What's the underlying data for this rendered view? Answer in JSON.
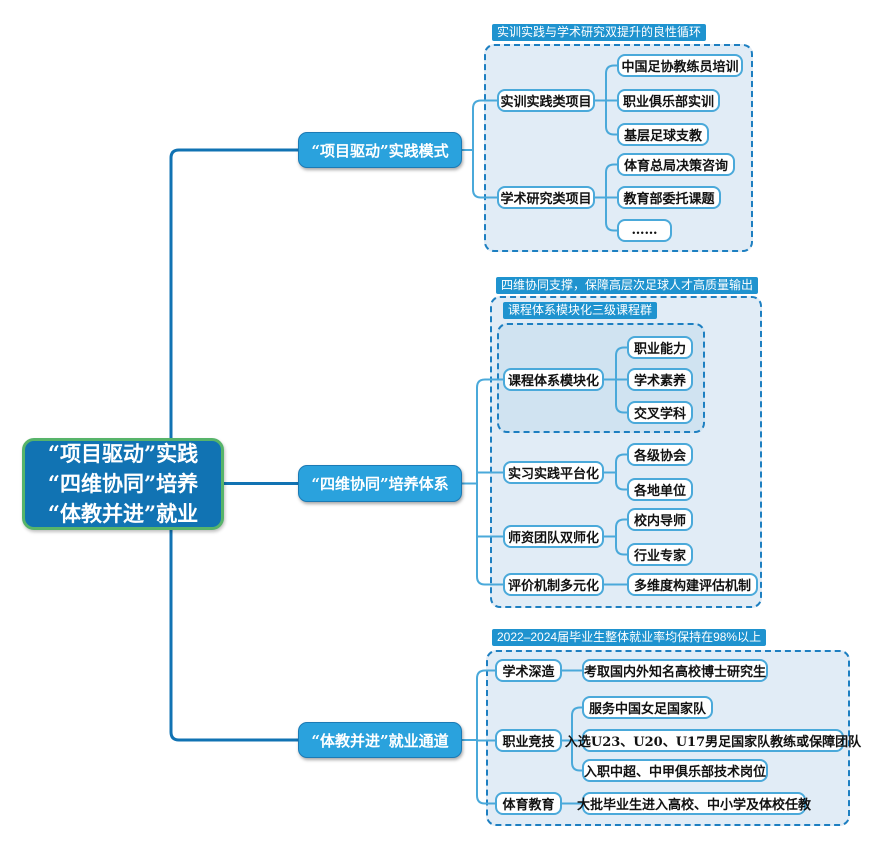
{
  "root": {
    "line1": "“项目驱动”实践",
    "line2": "“四维协同”培养",
    "line3": "“体教并进”就业"
  },
  "branches": [
    {
      "label": "“项目驱动”实践模式",
      "tag": "实训实践与学术研究双提升的良性循环",
      "groups": [
        {
          "label": "实训实践类项目",
          "children": [
            "中国足协教练员培训",
            "职业俱乐部实训",
            "基层足球支教"
          ]
        },
        {
          "label": "学术研究类项目",
          "children": [
            "体育总局决策咨询",
            "教育部委托课题",
            "……"
          ]
        }
      ]
    },
    {
      "label": "“四维协同”培养体系",
      "tag": "四维协同支撑，保障高层次足球人才高质量输出",
      "inner_tag": "课程体系模块化三级课程群",
      "groups": [
        {
          "label": "课程体系模块化",
          "children": [
            "职业能力",
            "学术素养",
            "交叉学科"
          ]
        },
        {
          "label": "实习实践平台化",
          "children": [
            "各级协会",
            "各地单位"
          ]
        },
        {
          "label": "师资团队双师化",
          "children": [
            "校内导师",
            "行业专家"
          ]
        },
        {
          "label": "评价机制多元化",
          "children": [
            "多维度构建评估机制"
          ]
        }
      ]
    },
    {
      "label": "“体教并进”就业通道",
      "tag": "2022–2024届毕业生整体就业率均保持在98%以上",
      "groups": [
        {
          "label": "学术深造",
          "children": [
            "考取国内外知名高校博士研究生"
          ]
        },
        {
          "label": "职业竞技",
          "children": [
            "服务中国女足国家队",
            "入选U23、U20、U17男足国家队教练或保障团队",
            "入职中超、中甲俱乐部技术岗位"
          ]
        },
        {
          "label": "体育教育",
          "children": [
            "大批毕业生进入高校、中小学及体校任教"
          ]
        }
      ]
    }
  ],
  "colors": {
    "root_fill": "#1173b3",
    "root_border": "#57b46a",
    "branch_fill": "#2aa2dd",
    "container_fill": "#e1ecf6",
    "inner_container_fill": "#d0e3f1",
    "dashed_border": "#1d7fc1",
    "tag_fill": "#1f93cf",
    "leaf_border": "#4aa9da",
    "trunk_line": "#1173b3"
  }
}
